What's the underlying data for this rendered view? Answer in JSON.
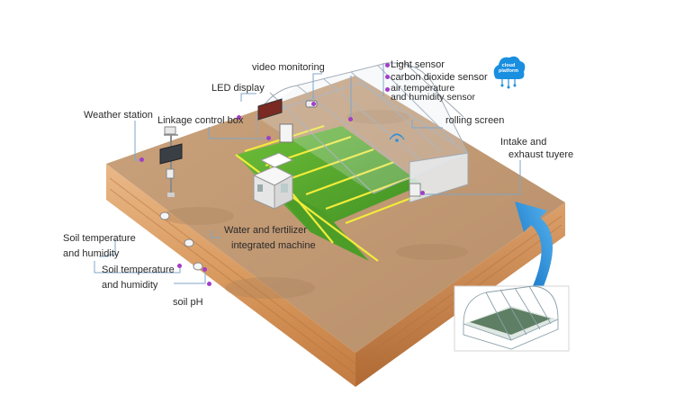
{
  "labels": {
    "video_monitoring": "video monitoring",
    "led_display": "LED display",
    "weather_station": "Weather station",
    "linkage_control_box": "Linkage control box",
    "light_sensor": "Light sensor",
    "co2_sensor": "carbon dioxide sensor",
    "air_temp_line1": "air temperature",
    "air_temp_line2": "and humidity sensor",
    "rolling_screen": "rolling screen",
    "intake_line1": "Intake and",
    "intake_line2": "exhaust tuyere",
    "water_line1": "Water and fertilizer",
    "water_line2": "integrated machine",
    "soil_th1_line1": "Soil temperature",
    "soil_th1_line2": "and humidity",
    "soil_th2_line1": "Soil temperature",
    "soil_th2_line2": "and humidity",
    "soil_ph": "soil pH"
  },
  "cloud": {
    "line1": "cloud",
    "line2": "platform",
    "color": "#1a8fe0"
  },
  "colors": {
    "callout_line": "#7fa6c8",
    "dot": "#a23ec8",
    "arrow": "#2f8fd8",
    "ground": "#c7a07a",
    "grass": "#4fa32c",
    "soil_side": "#d9a16a"
  }
}
